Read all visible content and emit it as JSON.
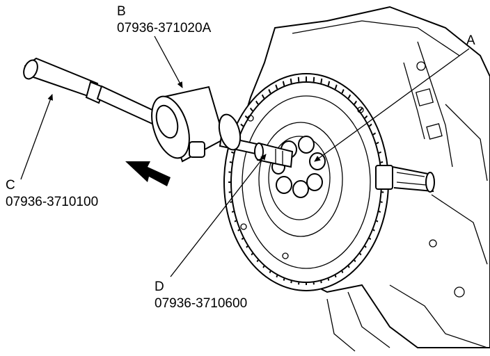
{
  "callouts": {
    "a": {
      "letter": "A",
      "part": ""
    },
    "b": {
      "letter": "B",
      "part": "07936-371020A"
    },
    "c": {
      "letter": "C",
      "part": "07936-3710100"
    },
    "d": {
      "letter": "D",
      "part": "07936-3710600"
    }
  },
  "icons": {
    "direction": "arrow-icon",
    "leader": "leader-arrow-icon"
  },
  "colors": {
    "ink": "#000000",
    "paper": "#ffffff"
  }
}
